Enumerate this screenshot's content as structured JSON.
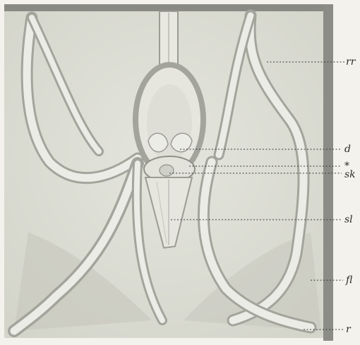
{
  "figure": {
    "labels": {
      "rr": "rr",
      "d": "d",
      "star": "*",
      "sk": "sk",
      "sl": "sl",
      "fl": "fl",
      "r": "r"
    },
    "colors": {
      "background": "#f4f2ec",
      "field": "#dcddd3",
      "frame": "#7a7a74",
      "vessel_fill": "#e9e9e2",
      "vessel_edge": "#9c9c94",
      "shadow": "#b9bab0",
      "ink": "#2a2a2a"
    }
  }
}
